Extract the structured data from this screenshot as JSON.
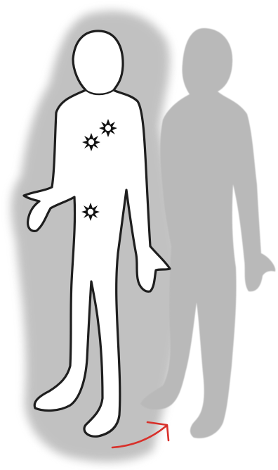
{
  "colors": {
    "background": "#ffffff",
    "halo": "#8f8f8f",
    "shadow_figure": "#b9b9b9",
    "outline": "#1e1e1e",
    "figure_fill": "#ffffff",
    "spark": "#111111",
    "arrow": "#d8302a"
  },
  "icons": [
    "human-outline-figure",
    "shadow-figure",
    "starburst-icon",
    "curved-arrow-icon"
  ],
  "starburst_count": 3
}
